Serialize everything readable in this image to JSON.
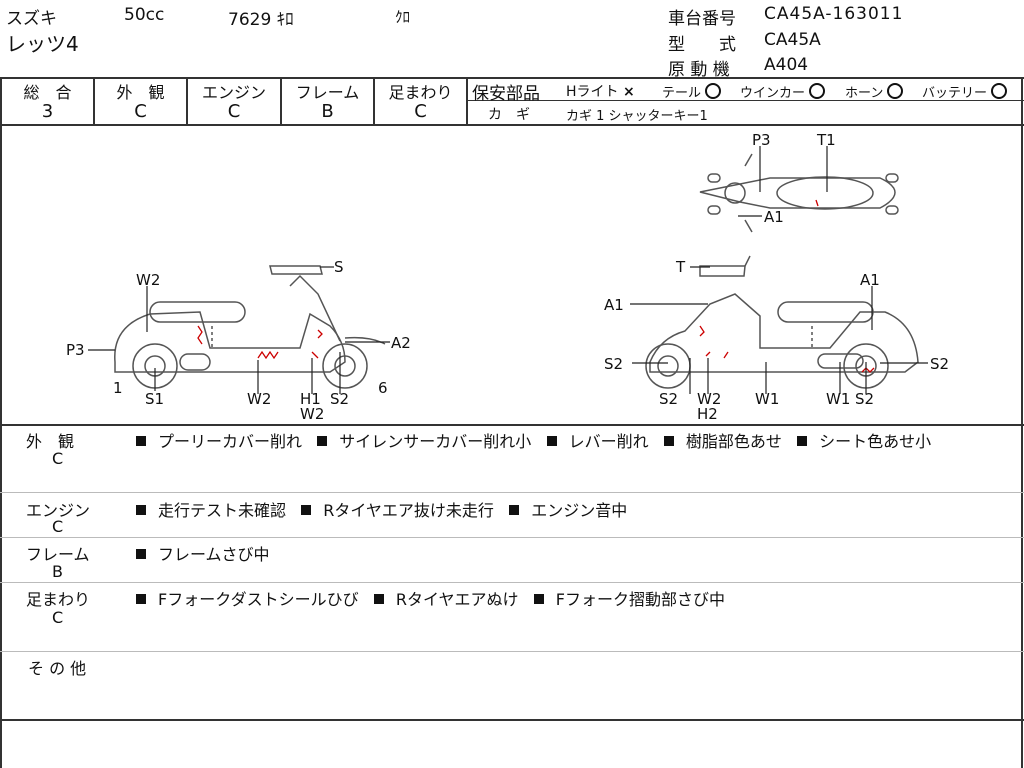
{
  "header": {
    "maker": "スズキ",
    "displacement": "50cc",
    "mileage": "7629 ｷﾛ",
    "color": "ｸﾛ",
    "model_name": "レッツ4",
    "frame_no_label": "車台番号",
    "frame_no": "CA45A-163011",
    "type_label": "型　　式",
    "type": "CA45A",
    "engine_label": "原 動 機",
    "engine": "A404"
  },
  "grades": {
    "total_label": "総　合",
    "total": "3",
    "exterior_label": "外　観",
    "exterior": "C",
    "engine_label": "エンジン",
    "engine": "C",
    "frame_label": "フレーム",
    "frame": "B",
    "suspension_label": "足まわり",
    "suspension": "C"
  },
  "safety": {
    "label": "保安部品",
    "headlight": "Hライト",
    "headlight_mark": "×",
    "tail": "テール",
    "winker": "ウインカー",
    "horn": "ホーン",
    "battery": "バッテリー",
    "key_label": "カ　ギ",
    "key_value": "カギ 1 シャッターキー1"
  },
  "diagram": {
    "left_labels": [
      "W2",
      "S",
      "P3",
      "A2",
      "1",
      "S1",
      "W2",
      "H1",
      "W2",
      "S2",
      "6"
    ],
    "right_labels": [
      "T",
      "A1",
      "A1",
      "S2",
      "S2",
      "W2",
      "H2",
      "W1",
      "W1",
      "S2",
      "S2"
    ],
    "top_labels": [
      "P3",
      "T1",
      "A1"
    ]
  },
  "notes": {
    "exterior_label": "外　観",
    "exterior_grade": "C",
    "exterior_items": [
      "プーリーカバー削れ",
      "サイレンサーカバー削れ小",
      "レバー削れ",
      "樹脂部色あせ",
      "シート色あせ小"
    ],
    "engine_label": "エンジン",
    "engine_grade": "C",
    "engine_items": [
      "走行テスト未確認",
      "Rタイヤエア抜け未走行",
      "エンジン音中"
    ],
    "frame_label": "フレーム",
    "frame_grade": "B",
    "frame_items": [
      "フレームさび中"
    ],
    "suspension_label": "足まわり",
    "suspension_grade": "C",
    "suspension_items": [
      "Fフォークダストシールひび",
      "Rタイヤエアぬけ",
      "Fフォーク摺動部さび中"
    ],
    "other_label": "そ の 他"
  }
}
